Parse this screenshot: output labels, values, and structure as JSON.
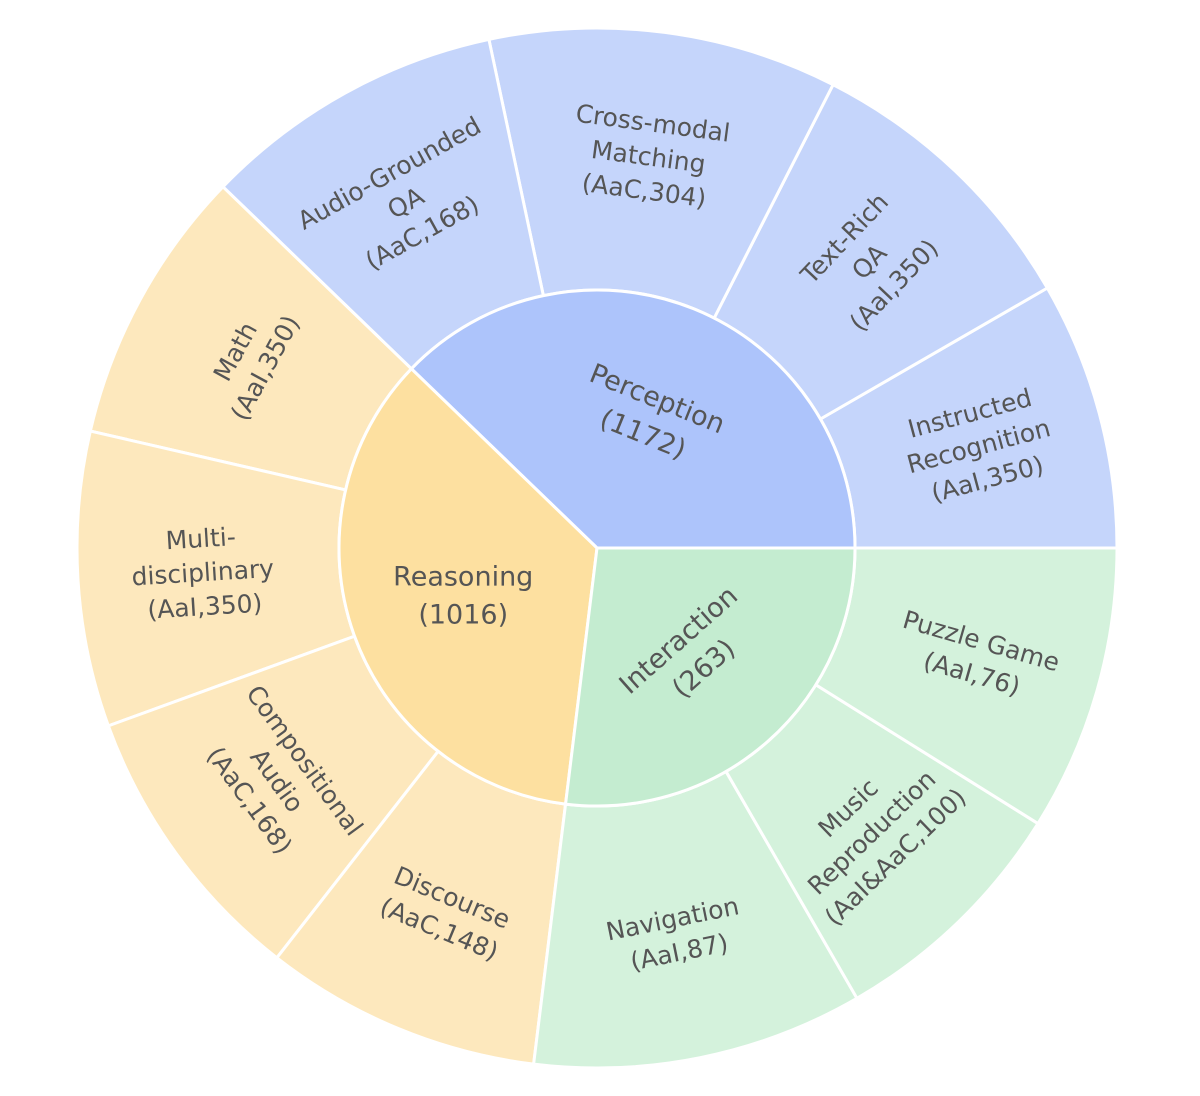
{
  "chart_data": {
    "type": "sunburst",
    "colors": {
      "Perception": {
        "inner": "#adc4fb",
        "outer": "#c5d5fb"
      },
      "Interaction": {
        "inner": "#c4ecd0",
        "outer": "#d4f2dc"
      },
      "Reasoning": {
        "inner": "#fde0a0",
        "outer": "#fde8bd"
      }
    },
    "categories": [
      {
        "name": "Perception",
        "count": 1172,
        "label_lines": [
          "Perception",
          "(1172)"
        ],
        "children": [
          {
            "name": "Instructed Recognition",
            "source": "AaI",
            "count": 350,
            "label_lines": [
              "Instructed",
              "Recognition",
              "(AaI,350)"
            ]
          },
          {
            "name": "Text-Rich QA",
            "source": "AaI",
            "count": 350,
            "label_lines": [
              "Text-Rich",
              "QA",
              "(AaI,350)"
            ]
          },
          {
            "name": "Cross-modal Matching",
            "source": "AaC",
            "count": 304,
            "label_lines": [
              "Cross-modal",
              "Matching",
              "(AaC,304)"
            ]
          },
          {
            "name": "Audio-Grounded QA",
            "source": "AaC",
            "count": 168,
            "label_lines": [
              "Audio-Grounded",
              "QA",
              "(AaC,168)"
            ]
          }
        ]
      },
      {
        "name": "Reasoning",
        "count": 1016,
        "label_lines": [
          "Reasoning",
          "(1016)"
        ],
        "children": [
          {
            "name": "Math",
            "source": "AaI",
            "count": 350,
            "label_lines": [
              "Math",
              "(AaI,350)"
            ]
          },
          {
            "name": "Multi-disciplinary",
            "source": "AaI",
            "count": 350,
            "label_lines": [
              "Multi-",
              "disciplinary",
              "(AaI,350)"
            ]
          },
          {
            "name": "Compositional Audio",
            "source": "AaC",
            "count": 168,
            "label_lines": [
              "Compositional",
              "Audio",
              "(AaC,168)"
            ]
          },
          {
            "name": "Discourse",
            "source": "AaC",
            "count": 148,
            "label_lines": [
              "Discourse",
              "(AaC,148)"
            ]
          }
        ]
      },
      {
        "name": "Interaction",
        "count": 263,
        "label_lines": [
          "Interaction",
          "(263)"
        ],
        "children": [
          {
            "name": "Navigation",
            "source": "AaI",
            "count": 87,
            "label_lines": [
              "Navigation",
              "(AaI,87)"
            ]
          },
          {
            "name": "Music Reproduction",
            "source": "AaI&AaC",
            "count": 100,
            "label_lines": [
              "Music",
              "Reproduction",
              "(AaI&AaC,100)"
            ]
          },
          {
            "name": "Puzzle Game",
            "source": "AaI",
            "count": 76,
            "label_lines": [
              "Puzzle Game",
              "(AaI,76)"
            ]
          }
        ]
      }
    ]
  }
}
